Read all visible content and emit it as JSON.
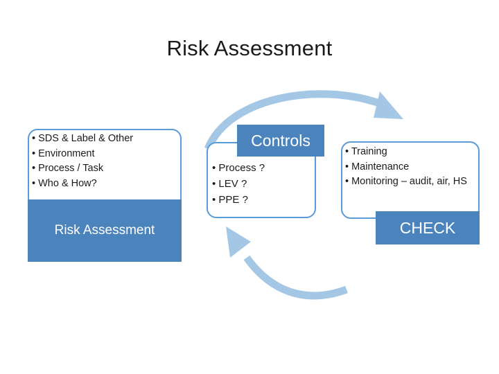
{
  "slide": {
    "title": "Risk Assessment",
    "background_color": "#ffffff",
    "accent_color": "#5b9bd5",
    "fill_color": "#4b84bd",
    "arrow_color": "#a5c7e6"
  },
  "left_group": {
    "items": [
      "• SDS & Label & Other",
      "• Environment",
      "• Process / Task",
      "• Who & How?"
    ],
    "label": "Risk Assessment"
  },
  "middle_group": {
    "heading": "Controls",
    "items": [
      "• Process ?",
      "• LEV ?",
      "• PPE ?"
    ]
  },
  "right_group": {
    "items": [
      "• Training",
      "• Maintenance",
      "• Monitoring – audit, air, HS"
    ],
    "label": "CHECK"
  },
  "arrows": [
    {
      "name": "top-arrow-left-to-right",
      "direction": "clockwise"
    },
    {
      "name": "bottom-arrow-right-to-left",
      "direction": "counter-clockwise"
    }
  ]
}
